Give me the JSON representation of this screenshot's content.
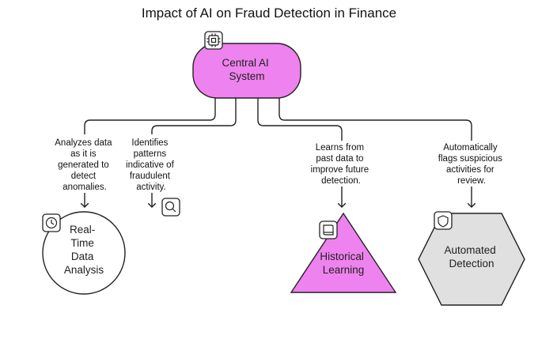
{
  "title": "Impact of AI on Fraud Detection in Finance",
  "colors": {
    "central_fill": "#ee82ee",
    "historical_fill": "#ee82ee",
    "realtime_fill": "#ffffff",
    "automated_fill": "#e0e0e0",
    "stroke": "#222222"
  },
  "nodes": {
    "central": {
      "lines": [
        "Central AI",
        "System"
      ],
      "icon": "cpu-icon"
    },
    "realtime": {
      "lines": [
        "Real-",
        "Time",
        "Data",
        "Analysis"
      ],
      "icon": "clock-icon"
    },
    "pattern": {
      "icon": "search-icon"
    },
    "historical": {
      "lines": [
        "Historical",
        "Learning"
      ],
      "icon": "book-icon"
    },
    "automated": {
      "lines": [
        "Automated",
        "Detection"
      ],
      "icon": "shield-icon"
    }
  },
  "edges": {
    "realtime": [
      "Analyzes data",
      "as it is",
      "generated to",
      "detect",
      "anomalies."
    ],
    "pattern": [
      "Identifies",
      "patterns",
      "indicative of",
      "fraudulent",
      "activity."
    ],
    "historical": [
      "Learns from",
      "past data to",
      "improve future",
      "detection."
    ],
    "automated": [
      "Automatically",
      "flags suspicious",
      "activities for",
      "review."
    ]
  }
}
